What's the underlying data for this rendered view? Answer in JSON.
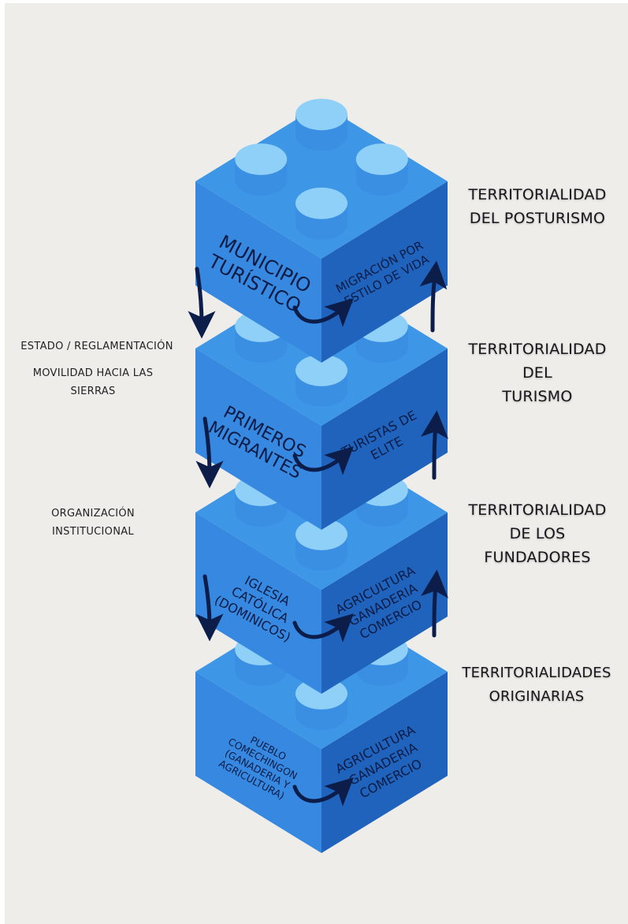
{
  "colors": {
    "background": "#efede9",
    "top_face": "#3d97e6",
    "left_face": "#3688e0",
    "right_face": "#1f63bd",
    "stud_top": "#8fd0f8",
    "arrow": "#0c1d4a",
    "text": "#16161c"
  },
  "blocks": [
    {
      "left_lines": [
        "MUNICIPIO",
        "TURÍSTICO"
      ],
      "right_lines": [
        "MIGRACIÓN POR",
        "ESTILO DE VIDA"
      ],
      "territory_lines": [
        "TERRITORIALIDAD",
        "DEL POSTURISMO"
      ]
    },
    {
      "left_lines": [
        "PRIMEROS",
        "MIGRANTES"
      ],
      "right_lines": [
        "TURISTAS DE",
        "ELITE"
      ],
      "territory_lines": [
        "TERRITORIALIDAD",
        "DEL",
        "TURISMO"
      ]
    },
    {
      "left_lines": [
        "IGLESIA",
        "CATÓLICA",
        "(DOMINICOS)"
      ],
      "right_lines": [
        "AGRICULTURA",
        "GANADERIA",
        "COMERCIO"
      ],
      "territory_lines": [
        "TERRITORIALIDAD",
        "DE LOS",
        "FUNDADORES"
      ]
    },
    {
      "left_lines": [
        "PUEBLO",
        "COMECHINGON",
        "(GANADERIA Y",
        "AGRICULTURA)"
      ],
      "right_lines": [
        "AGRICULTURA",
        "GANADERIA",
        "COMERCIO"
      ],
      "territory_lines": [
        "TERRITORIALIDADES",
        "ORIGINARIAS"
      ]
    }
  ],
  "left_notes": {
    "estado": "ESTADO / REGLAMENTACIÓN",
    "movilidad": [
      "MOVILIDAD HACIA LAS",
      "SIERRAS"
    ],
    "organizacion": [
      "ORGANIZACIÓN",
      "INSTITUCIONAL"
    ]
  }
}
